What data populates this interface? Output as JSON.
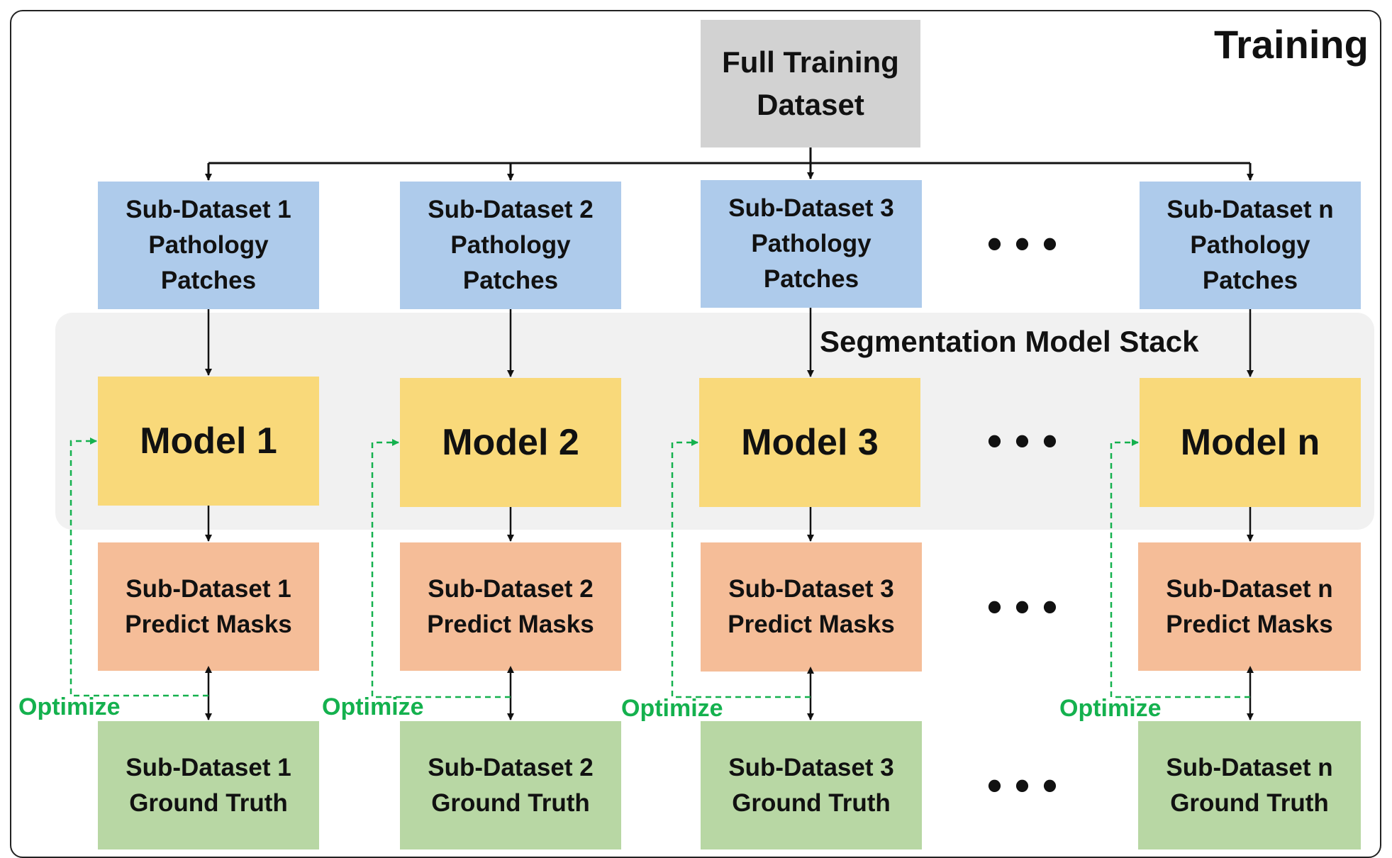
{
  "title": "Training",
  "stack_label": "Segmentation Model Stack",
  "full_dataset": [
    "Full Training",
    "Dataset"
  ],
  "optimize_label": "Optimize",
  "ellipsis": "•••",
  "columns": [
    {
      "patches": [
        "Sub-Dataset 1",
        "Pathology",
        "Patches"
      ],
      "model": "Model 1",
      "masks": [
        "Sub-Dataset 1",
        "Predict Masks"
      ],
      "truth": [
        "Sub-Dataset 1",
        "Ground Truth"
      ]
    },
    {
      "patches": [
        "Sub-Dataset 2",
        "Pathology",
        "Patches"
      ],
      "model": "Model 2",
      "masks": [
        "Sub-Dataset 2",
        "Predict Masks"
      ],
      "truth": [
        "Sub-Dataset 2",
        "Ground Truth"
      ]
    },
    {
      "patches": [
        "Sub-Dataset 3",
        "Pathology",
        "Patches"
      ],
      "model": "Model 3",
      "masks": [
        "Sub-Dataset 3",
        "Predict Masks"
      ],
      "truth": [
        "Sub-Dataset 3",
        "Ground Truth"
      ]
    },
    {
      "patches": [
        "Sub-Dataset n",
        "Pathology",
        "Patches"
      ],
      "model": "Model n",
      "masks": [
        "Sub-Dataset n",
        "Predict Masks"
      ],
      "truth": [
        "Sub-Dataset n",
        "Ground Truth"
      ]
    }
  ],
  "colors": {
    "patches": "#aecbeb",
    "model": "#f9d97a",
    "masks": "#f5bd98",
    "truth": "#b8d7a4",
    "full_dataset": "#d2d2d2",
    "optimize": "#14b14e",
    "stack_background": "#f1f1f1"
  }
}
